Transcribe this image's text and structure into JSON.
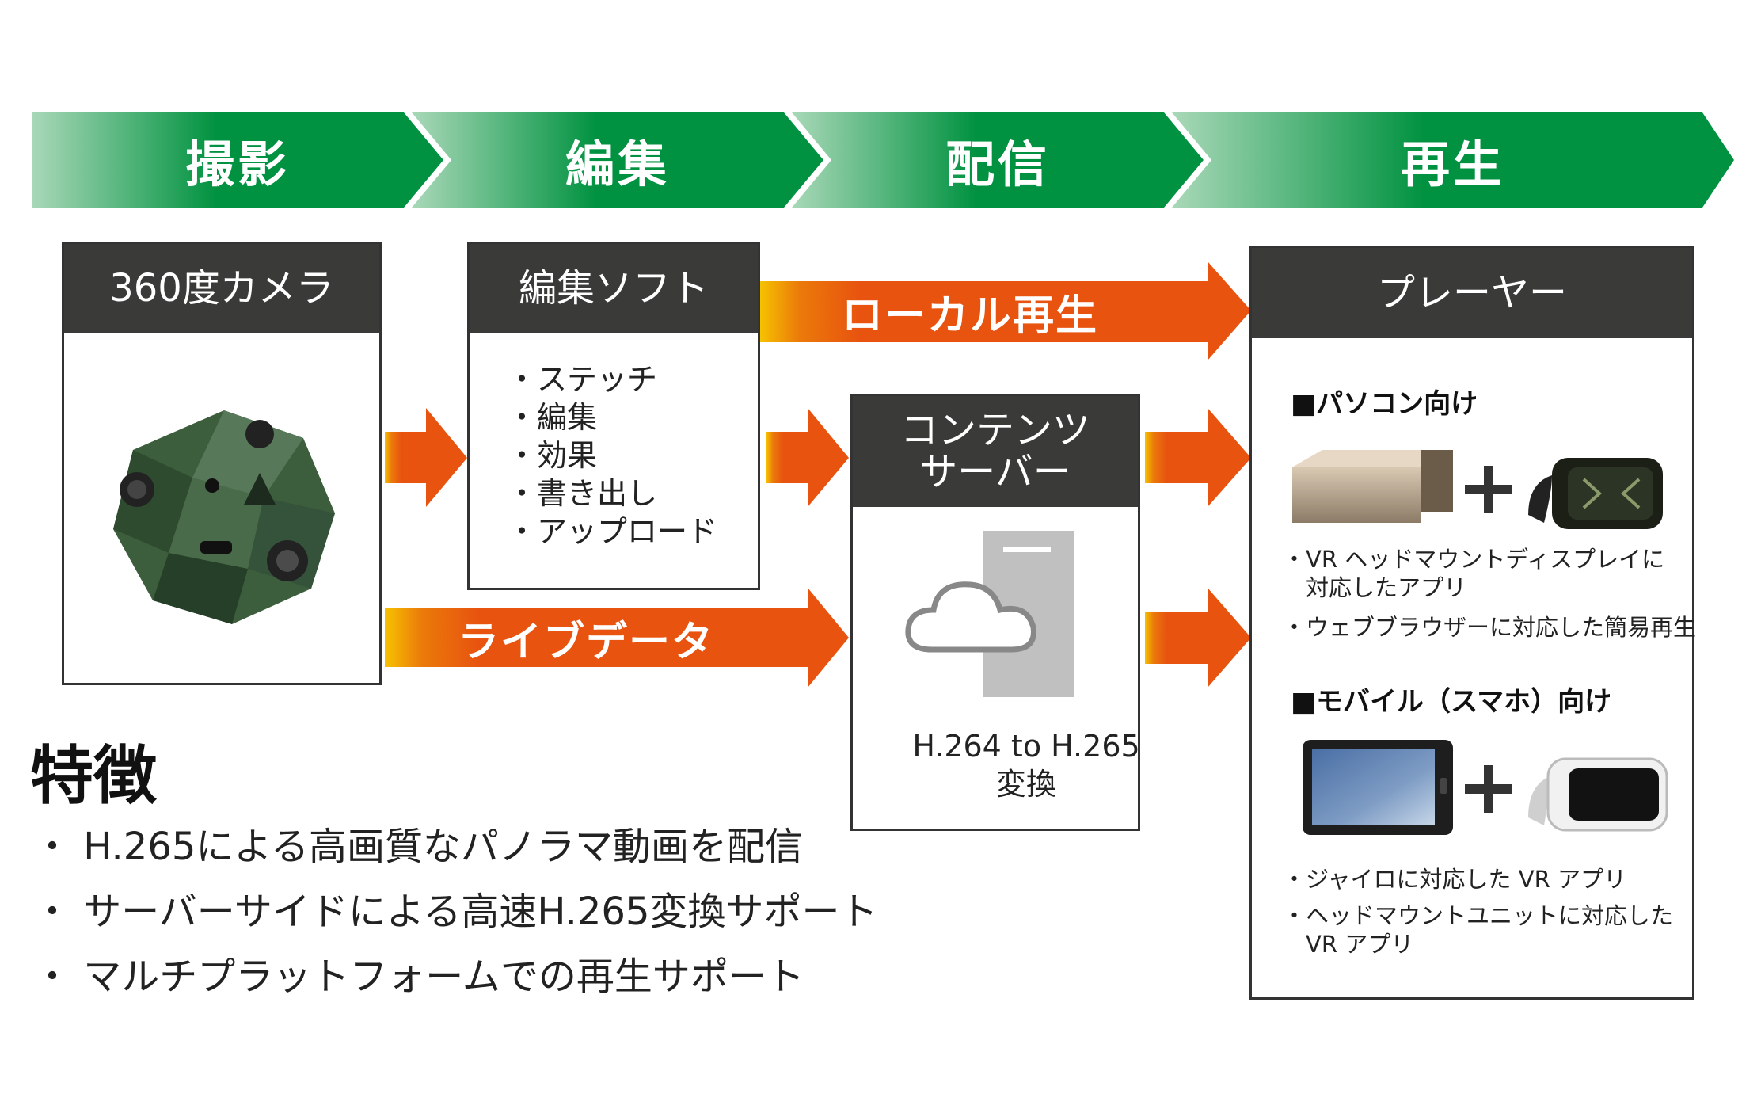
{
  "stages": [
    "撮影",
    "編集",
    "配信",
    "再生"
  ],
  "camera_box": {
    "title": "360度カメラ"
  },
  "software_box": {
    "title": "編集ソフト",
    "items": [
      "ステッチ",
      "編集",
      "効果",
      "書き出し",
      "アップロード"
    ]
  },
  "server_box": {
    "title_line1": "コンテンツ",
    "title_line2": "サーバー",
    "conversion_line1": "H.264 to H.265",
    "conversion_line2": "変換"
  },
  "player_box": {
    "title": "プレーヤー",
    "pc": {
      "heading": "■パソコン向け",
      "notes": [
        "・VR ヘッドマウントディスプレイに",
        "　対応したアプリ",
        "・ウェブブラウザーに対応した簡易再生"
      ]
    },
    "mobile": {
      "heading": "■モバイル（スマホ）向け",
      "notes": [
        "・ジャイロに対応した VR アプリ",
        "・ヘッドマウントユニットに対応した",
        "　VR アプリ"
      ]
    }
  },
  "flows": {
    "local_play": "ローカル再生",
    "live_data": "ライブデータ"
  },
  "features": {
    "title": "特徴",
    "items": [
      "H.265による高画質なパノラマ動画を配信",
      "サーバーサイドによる高速H.265変換サポート",
      "マルチプラットフォームでの再生サポート"
    ]
  },
  "colors": {
    "green": "#009240",
    "orange": "#e8540f",
    "dark": "#3a3a38"
  },
  "icons": [
    "camera-image",
    "server-icon",
    "cloud-icon",
    "pc-box-image",
    "vr-headset-icon",
    "tablet-image",
    "plus-icon"
  ]
}
